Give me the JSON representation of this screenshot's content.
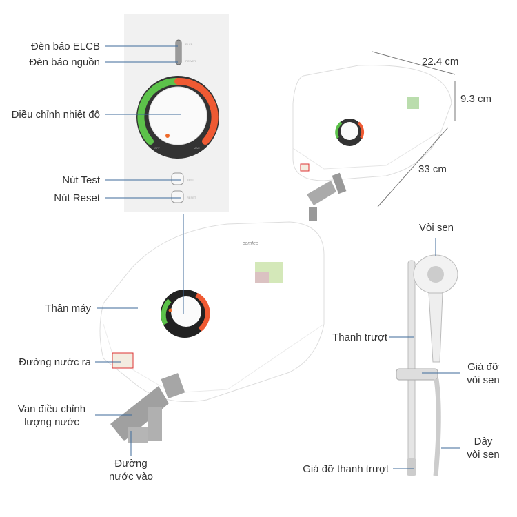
{
  "labels": {
    "elcb": "Đèn báo ELCB",
    "power": "Đèn báo nguồn",
    "temp": "Điều chỉnh nhiệt độ",
    "test": "Nút Test",
    "reset": "Nút Reset",
    "body": "Thân máy",
    "outlet": "Đường nước ra",
    "valve_1": "Van điều chỉnh",
    "valve_2": "lượng nước",
    "inlet_1": "Đường",
    "inlet_2": "nước vào",
    "showerhead": "Vòi sen",
    "rail": "Thanh trượt",
    "holder_1": "Giá đỡ",
    "holder_2": "vòi sen",
    "hose_1": "Dây",
    "hose_2": "vòi sen",
    "rail_holder": "Giá đỡ thanh trượt"
  },
  "dimensions": {
    "width": "22.4 cm",
    "height": "9.3 cm",
    "length": "33 cm"
  },
  "panel": {
    "elcb": "ELCB",
    "power": "POWER",
    "off": "OFF",
    "max": "MAX",
    "test": "TEST",
    "reset": "RESET"
  },
  "brand": "comfee",
  "colors": {
    "line": "#3d6a9a",
    "green": "#5cc24a",
    "red": "#ef5a33"
  }
}
